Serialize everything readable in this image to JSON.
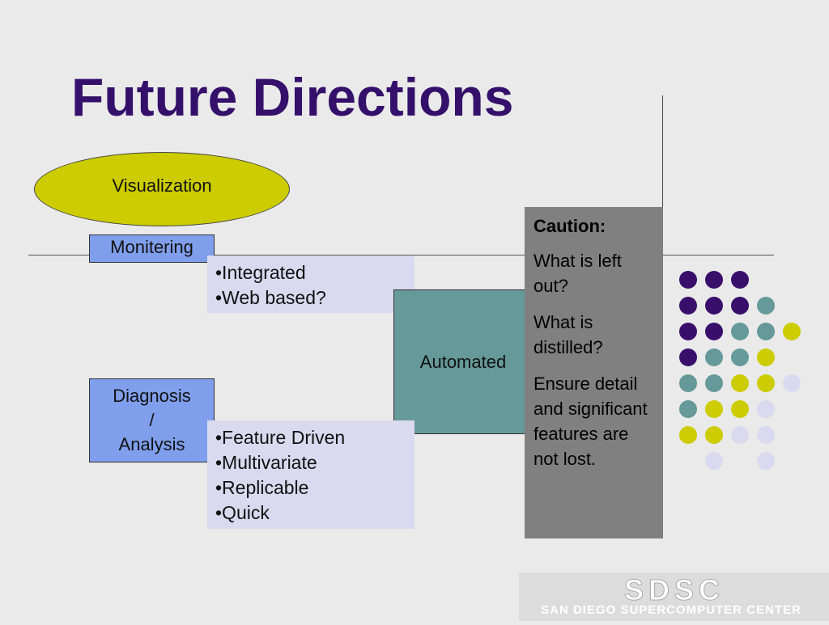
{
  "title": "Future Directions",
  "diagram": {
    "visualization": "Visualization",
    "monitoring": "Monitering",
    "monitoring_points": [
      "•Integrated",
      "•Web based?"
    ],
    "diagnosis": [
      "Diagnosis",
      "/",
      "Analysis"
    ],
    "diagnosis_points": [
      "•Feature Driven",
      "•Multivariate",
      "•Replicable",
      "•Quick"
    ],
    "automated": "Automated"
  },
  "caution": {
    "heading": "Caution:",
    "lines": [
      "What is left out?",
      "What is distilled?",
      "Ensure detail and significant features are not lost."
    ]
  },
  "decor": {
    "colors": {
      "purple": "#3a0f6b",
      "teal": "#669999",
      "yellow": "#cccc00",
      "lavender": "#d9d9ef"
    },
    "dot_rows": [
      [
        1,
        1,
        1,
        0,
        0
      ],
      [
        1,
        1,
        1,
        2,
        0
      ],
      [
        1,
        1,
        2,
        2,
        3
      ],
      [
        1,
        2,
        2,
        3,
        0
      ],
      [
        2,
        2,
        3,
        3,
        4
      ],
      [
        2,
        3,
        3,
        4,
        0
      ],
      [
        3,
        3,
        4,
        4,
        0
      ],
      [
        0,
        4,
        0,
        4,
        0
      ]
    ]
  },
  "logo": {
    "mark": "SDSC",
    "subtitle": "SAN DIEGO SUPERCOMPUTER CENTER"
  }
}
